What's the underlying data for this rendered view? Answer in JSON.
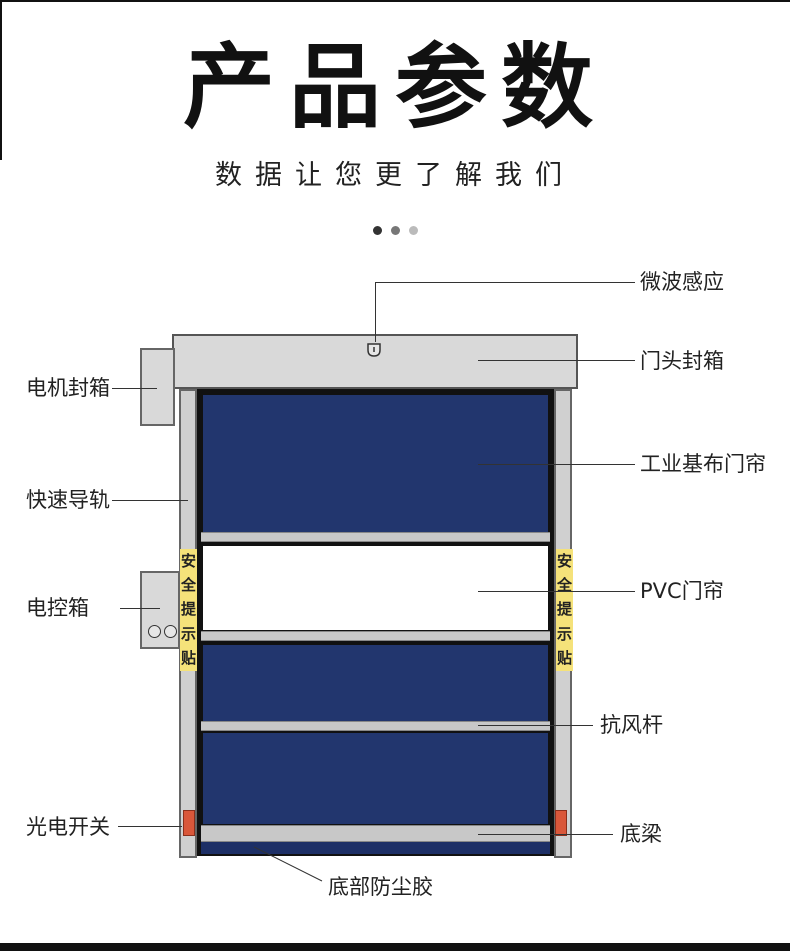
{
  "header": {
    "title": "产品参数",
    "subtitle": "数据让您更了解我们"
  },
  "pager": {
    "dots": 3,
    "active": 1
  },
  "diagram": {
    "labels": {
      "sensor": "微波感应",
      "door_head_box": "门头封箱",
      "motor_box": "电机封箱",
      "curtain": "工业基布门帘",
      "guide_rail": "快速导轨",
      "pvc_curtain": "PVC门帘",
      "control_box": "电控箱",
      "wind_bar": "抗风杆",
      "photo_switch": "光电开关",
      "bottom_beam": "底梁",
      "bottom_rubber": "底部防尘胶"
    },
    "sticker_left": [
      "安",
      "全",
      "提",
      "示",
      "贴"
    ],
    "sticker_right": [
      "安",
      "全",
      "提",
      "示",
      "贴"
    ]
  },
  "colors": {
    "curtain_blue": "#22366e",
    "frame_gray": "#d9d9d9",
    "sticker_yellow": "#f5e27a",
    "photo_sensor_red": "#d9573a"
  }
}
